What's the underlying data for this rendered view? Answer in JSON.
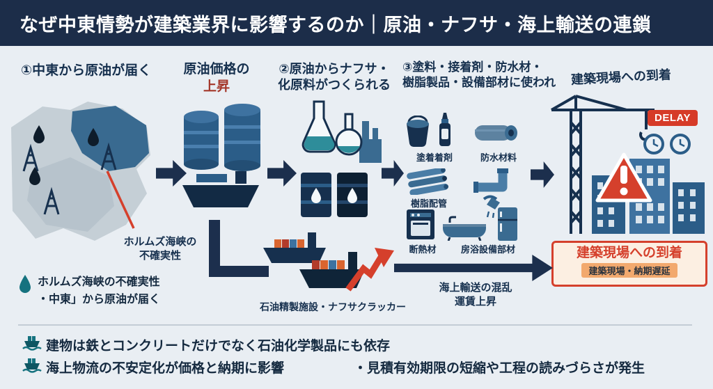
{
  "header": {
    "title": "なぜ中東情勢が建築業界に影響するのか｜原油・ナフサ・海上輸送の連鎖"
  },
  "steps": {
    "step1": "①中東から原油が届く",
    "step2_line1": "原油価格の",
    "step2_line2": "上昇",
    "step3_line1": "②原油からナフサ・",
    "step3_line2": "化原料がつくられる",
    "step4_line1": "③塗料・接着剤・防水材・",
    "step4_line2": "樹脂製品・設備部材に使われ",
    "step5": "建築現場への到着"
  },
  "map": {
    "strait_line1": "ホルムズ海峡の",
    "strait_line2": "不確実性"
  },
  "products": {
    "paint_adhesive": "塗着着剤",
    "waterproof": "防水材料",
    "resin_pipes": "樹脂配管",
    "insulation": "断熱材",
    "bath": "房浴設備部材"
  },
  "lower": {
    "refinery": "石油精製施設・ナフサクラッカー",
    "shipping_line1": "海上輸送の混乱",
    "shipping_line2": "運賃上昇"
  },
  "arrival": {
    "delay": "DELAY",
    "title": "建築現場への到着",
    "subtitle": "建築現場・納期遅延"
  },
  "note": {
    "line1": "ホルムズ海峡の不確実性",
    "line2": "・中東」から原油が届く"
  },
  "footer": {
    "bullet1": "建物は鉄とコンクリートだけでなく石油化学製品にも依存",
    "bullet2": "海上物流の不安定化が価格と納期に影響",
    "bullet2_right": "・見積有効期限の短縮や工程の読みづらさが発生"
  },
  "colors": {
    "navy": "#1c2f4d",
    "steel_blue": "#2b5d88",
    "accent_red": "#d5402c",
    "orange": "#d9652f",
    "teal": "#15727f",
    "background": "#e9eef3"
  },
  "icons": {
    "oil_drop": "droplet shape",
    "oil_derrick": "derrick tower",
    "storage_tanks": "two cylinders",
    "tanker_ship": "cargo ship hull",
    "flask": "erlenmeyer flask",
    "factory": "factory silhouette",
    "oil_barrel": "barrel with drop",
    "paint_bucket": "bucket",
    "glue_bottle": "glue bottle",
    "waterproof_roll": "material roll",
    "resin_pipes": "stacked pipes",
    "pipe_elbow": "elbow pipe",
    "shower": "shower head",
    "stove": "oven unit",
    "bathtub": "bathtub",
    "fridge": "refrigerator",
    "crane": "tower crane",
    "buildings": "city buildings",
    "warning_triangle": "red alert triangle",
    "clock": "clock face",
    "cargo_ships": "container ships",
    "price_spike_arrow": "red rising arrow",
    "note_droplet": "teal droplet",
    "bullet_ship": "teal ship"
  }
}
